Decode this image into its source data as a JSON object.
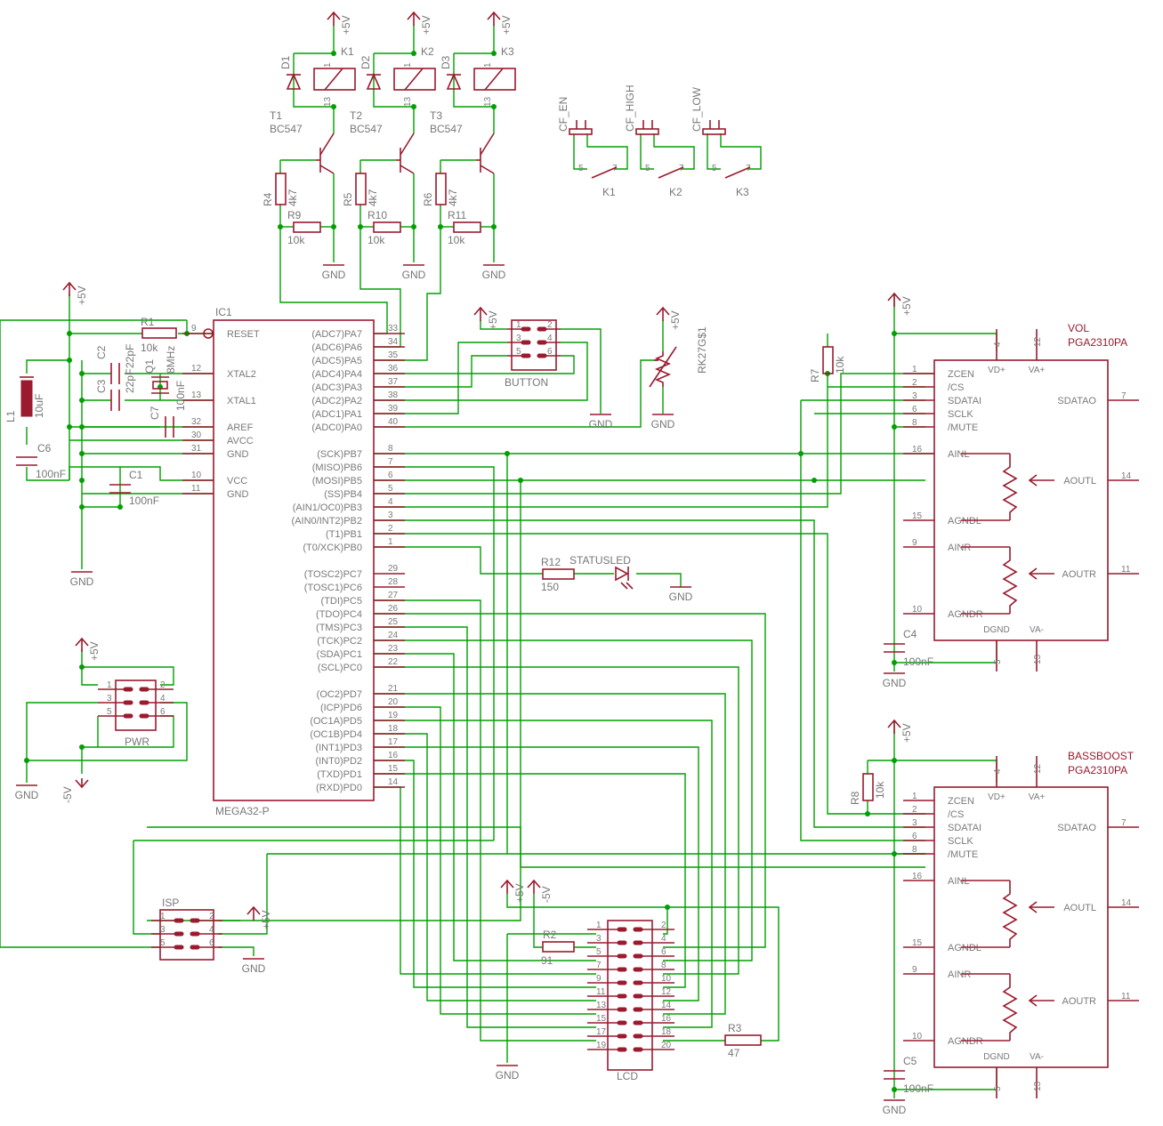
{
  "sheet": {
    "components": {
      "ic1": {
        "ref": "IC1",
        "value": "MEGA32-P",
        "left_pins": [
          {
            "name": "RESET",
            "num": "9"
          },
          {
            "name": "XTAL2",
            "num": "12"
          },
          {
            "name": "XTAL1",
            "num": "13"
          },
          {
            "name": "AREF",
            "num": "32"
          },
          {
            "name": "AVCC",
            "num": "30"
          },
          {
            "name": "GND",
            "num": "31"
          },
          {
            "name": "VCC",
            "num": "10"
          },
          {
            "name": "GND",
            "num": "11"
          }
        ],
        "right_pins": [
          {
            "name": "(ADC7)PA7",
            "num": "33"
          },
          {
            "name": "(ADC6)PA6",
            "num": "34"
          },
          {
            "name": "(ADC5)PA5",
            "num": "35"
          },
          {
            "name": "(ADC4)PA4",
            "num": "36"
          },
          {
            "name": "(ADC3)PA3",
            "num": "37"
          },
          {
            "name": "(ADC2)PA2",
            "num": "38"
          },
          {
            "name": "(ADC1)PA1",
            "num": "39"
          },
          {
            "name": "(ADC0)PA0",
            "num": "40"
          },
          {
            "name": "(SCK)PB7",
            "num": "8"
          },
          {
            "name": "(MISO)PB6",
            "num": "7"
          },
          {
            "name": "(MOSI)PB5",
            "num": "6"
          },
          {
            "name": "(SS)PB4",
            "num": "5"
          },
          {
            "name": "(AIN1/OC0)PB3",
            "num": "4"
          },
          {
            "name": "(AIN0/INT2)PB2",
            "num": "3"
          },
          {
            "name": "(T1)PB1",
            "num": "2"
          },
          {
            "name": "(T0/XCK)PB0",
            "num": "1"
          },
          {
            "name": "(TOSC2)PC7",
            "num": "29"
          },
          {
            "name": "(TOSC1)PC6",
            "num": "28"
          },
          {
            "name": "(TDI)PC5",
            "num": "27"
          },
          {
            "name": "(TDO)PC4",
            "num": "26"
          },
          {
            "name": "(TMS)PC3",
            "num": "25"
          },
          {
            "name": "(TCK)PC2",
            "num": "24"
          },
          {
            "name": "(SDA)PC1",
            "num": "23"
          },
          {
            "name": "(SCL)PC0",
            "num": "22"
          },
          {
            "name": "(OC2)PD7",
            "num": "21"
          },
          {
            "name": "(ICP)PD6",
            "num": "20"
          },
          {
            "name": "(OC1A)PD5",
            "num": "19"
          },
          {
            "name": "(OC1B)PD4",
            "num": "18"
          },
          {
            "name": "(INT1)PD3",
            "num": "17"
          },
          {
            "name": "(INT0)PD2",
            "num": "16"
          },
          {
            "name": "(TXD)PD1",
            "num": "15"
          },
          {
            "name": "(RXD)PD0",
            "num": "14"
          }
        ]
      },
      "relays": [
        {
          "diode": "D1",
          "relay": "K1",
          "transistor": "T1",
          "tvalue": "BC547",
          "rb": "R4",
          "rbv": "4k7",
          "re": "R9",
          "rev": "10k"
        },
        {
          "diode": "D2",
          "relay": "K2",
          "transistor": "T2",
          "tvalue": "BC547",
          "rb": "R5",
          "rbv": "4k7",
          "re": "R10",
          "rev": "10k"
        },
        {
          "diode": "D3",
          "relay": "K3",
          "transistor": "T3",
          "tvalue": "BC547",
          "rb": "R6",
          "rbv": "4k7",
          "re": "R11",
          "rev": "10k"
        }
      ],
      "contacts": [
        {
          "name": "CF_EN",
          "relay": "K1"
        },
        {
          "name": "CF_HIGH",
          "relay": "K2"
        },
        {
          "name": "CF_LOW",
          "relay": "K3"
        }
      ],
      "pga_vol": {
        "title": "VOL",
        "part": "PGA2310PA",
        "rpull": "R7",
        "rpullv": "10k",
        "cap": "C4",
        "capv": "100nF"
      },
      "pga_bass": {
        "title": "BASSBOOST",
        "part": "PGA2310PA",
        "rpull": "R8",
        "rpullv": "10k",
        "cap": "C5",
        "capv": "100nF"
      },
      "pga_pins": {
        "left": [
          {
            "name": "ZCEN",
            "num": "1"
          },
          {
            "name": "/CS",
            "num": "2"
          },
          {
            "name": "SDATAI",
            "num": "3"
          },
          {
            "name": "SCLK",
            "num": "6"
          },
          {
            "name": "/MUTE",
            "num": "8"
          },
          {
            "name": "AINL",
            "num": "16"
          },
          {
            "name": "AGNDL",
            "num": "15"
          },
          {
            "name": "AINR",
            "num": "9"
          },
          {
            "name": "AGNDR",
            "num": "10"
          }
        ],
        "right": [
          {
            "name": "SDATAO",
            "num": "7"
          },
          {
            "name": "AOUTL",
            "num": "14"
          },
          {
            "name": "AOUTR",
            "num": "11"
          }
        ],
        "top": [
          {
            "name": "VD+",
            "num": "4"
          },
          {
            "name": "VA+",
            "num": "12"
          }
        ],
        "bottom": [
          {
            "name": "DGND",
            "num": "5"
          },
          {
            "name": "VA-",
            "num": "13"
          }
        ]
      },
      "passives": {
        "r1": {
          "ref": "R1",
          "value": "10k"
        },
        "c2": {
          "ref": "C2",
          "value": "22pF"
        },
        "c3": {
          "ref": "C3",
          "value": "22pF"
        },
        "q1": {
          "ref": "Q1",
          "value": "8MHz"
        },
        "c7": {
          "ref": "C7",
          "value": "100nF"
        },
        "l1": {
          "ref": "L1",
          "value": "10uF"
        },
        "c6": {
          "ref": "C6",
          "value": "100nF"
        },
        "c1": {
          "ref": "C1",
          "value": "100nF"
        },
        "r12": {
          "ref": "R12",
          "value": "150"
        },
        "led": {
          "ref": "STATUSLED"
        },
        "r2": {
          "ref": "R2",
          "value": "91"
        },
        "r3": {
          "ref": "R3",
          "value": "47"
        },
        "pot": {
          "ref": "RK27G$1"
        }
      },
      "connectors": {
        "button": {
          "ref": "BUTTON",
          "pins": [
            "1",
            "2",
            "3",
            "4",
            "5",
            "6"
          ]
        },
        "pwr": {
          "ref": "PWR",
          "pins": [
            "1",
            "2",
            "3",
            "4",
            "5",
            "6"
          ]
        },
        "isp": {
          "ref": "ISP",
          "pins": [
            "1",
            "2",
            "3",
            "4",
            "5",
            "6"
          ]
        },
        "lcd": {
          "ref": "LCD",
          "pins": [
            "1",
            "2",
            "3",
            "4",
            "5",
            "6",
            "7",
            "8",
            "9",
            "10",
            "11",
            "12",
            "13",
            "14",
            "15",
            "16",
            "17",
            "18",
            "19",
            "20"
          ]
        }
      }
    },
    "nets": {
      "vplus": "+5V",
      "vminus": "-5V",
      "gnd": "GND"
    },
    "colors": {
      "wire": "#00a000",
      "part": "#9a1a2e",
      "text": "#7a7a7a"
    }
  }
}
